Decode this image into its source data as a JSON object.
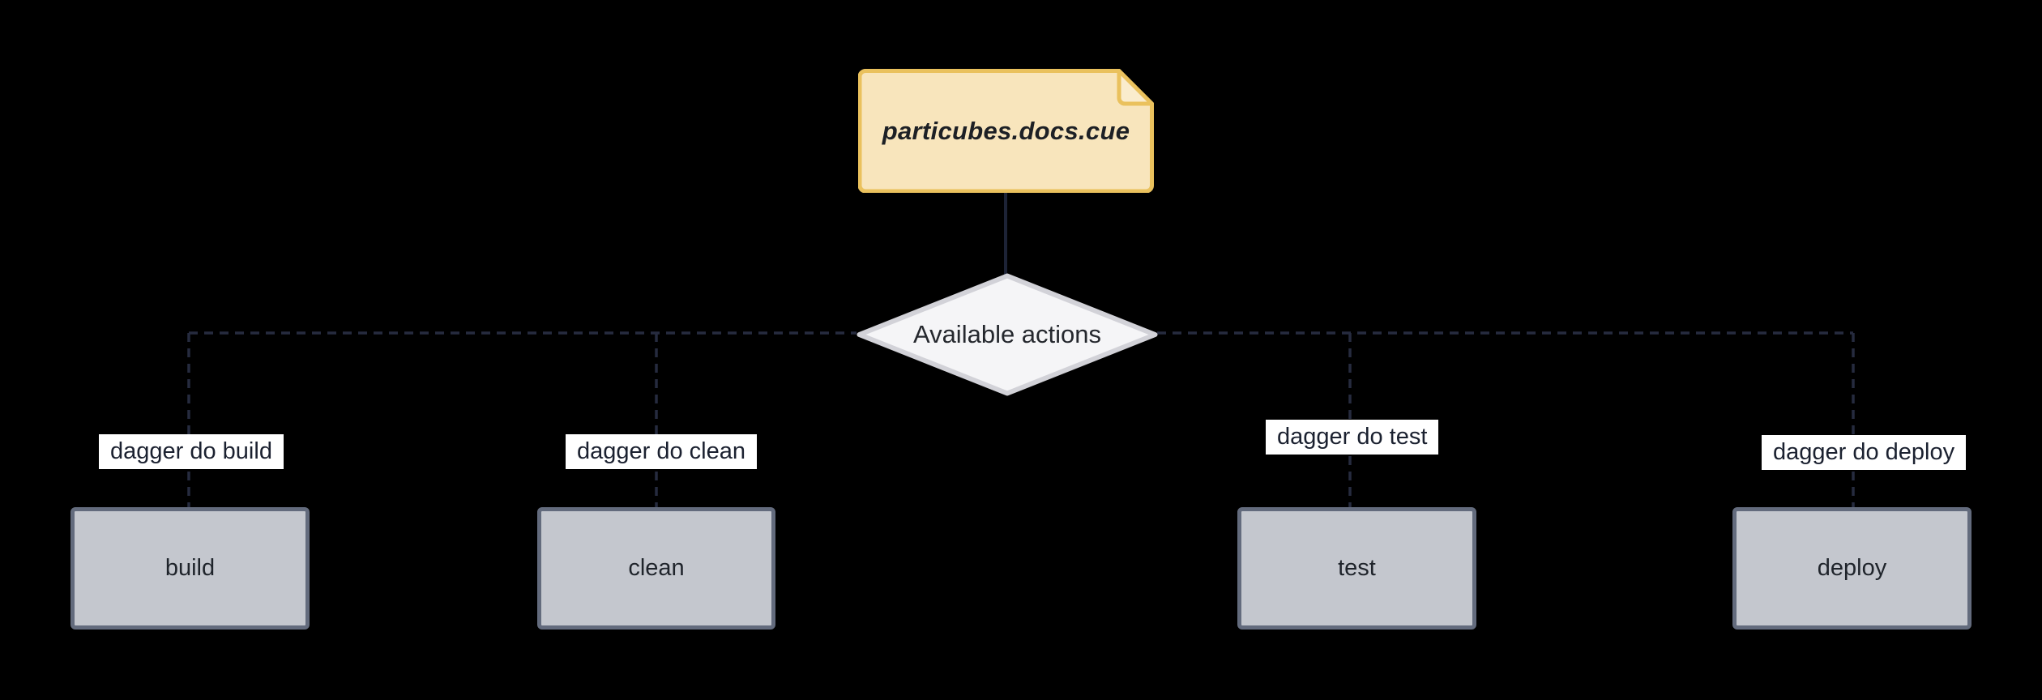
{
  "diagram": {
    "type": "flowchart",
    "background_color": "#000000",
    "source_file_node": {
      "label": "particubes.docs.cue",
      "shape": "document",
      "fill": "#f8e5bc",
      "fold_fill": "#faeccd",
      "stroke": "#eac15d"
    },
    "decision_node": {
      "label": "Available actions",
      "shape": "diamond",
      "fill": "#f5f5f7",
      "stroke": "#d2d2d8"
    },
    "edges": [
      {
        "label": "dagger do build",
        "from": "Available actions",
        "to": "build",
        "style": "dashed"
      },
      {
        "label": "dagger do clean",
        "from": "Available actions",
        "to": "clean",
        "style": "dashed"
      },
      {
        "label": "dagger do test",
        "from": "Available actions",
        "to": "test",
        "style": "dashed"
      },
      {
        "label": "dagger do deploy",
        "from": "Available actions",
        "to": "deploy",
        "style": "dashed"
      }
    ],
    "action_nodes": [
      {
        "label": "build"
      },
      {
        "label": "clean"
      },
      {
        "label": "test"
      },
      {
        "label": "deploy"
      }
    ],
    "colors": {
      "edge_line": "#262b3f",
      "edge_label_bg": "#ffffff",
      "edge_label_text": "#1b2130",
      "action_fill": "#c4c7ce",
      "action_stroke": "#636b7d",
      "text_dark": "#1d2025"
    }
  }
}
